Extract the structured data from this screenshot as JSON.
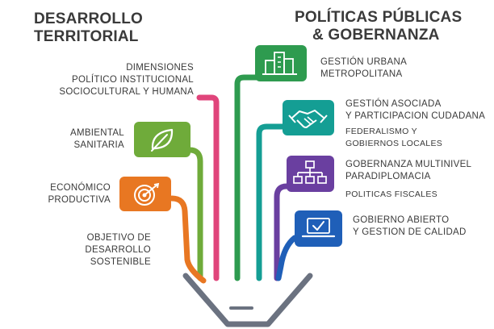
{
  "left_title": [
    "DESARROLLO",
    "TERRITORIAL"
  ],
  "right_title": [
    "POLÍTICAS PÚBLICAS",
    "& GOBERNANZA"
  ],
  "left_items": [
    {
      "lines": [
        "DIMENSIONES",
        "POLÍTICO INSTITUCIONAL",
        "SOCIOCULTURAL Y HUMANA"
      ],
      "color": "#e0457b",
      "icon": null
    },
    {
      "lines": [
        "AMBIENTAL",
        "SANITARIA"
      ],
      "color": "#6fab3a",
      "icon": "leaf-icon"
    },
    {
      "lines": [
        "ECONÓMICO",
        "PRODUCTIVA"
      ],
      "color": "#e87722",
      "icon": "target-icon"
    },
    {
      "lines": [
        "OBJETIVO DE",
        "DESARROLLO",
        "SOSTENIBLE"
      ],
      "color": "#e87722",
      "icon": null
    }
  ],
  "right_items": [
    {
      "lines": [
        "GESTIÓN URBANA",
        "METROPOLITANA"
      ],
      "sub": [],
      "color": "#2e9b4f",
      "icon": "buildings-icon"
    },
    {
      "lines": [
        "GESTIÓN ASOCIADA",
        "Y PARTICIPACION CUDADANA"
      ],
      "sub": [
        "FEDERALISMO Y",
        "GOBIERNOS LOCALES"
      ],
      "color": "#149e94",
      "icon": "handshake-icon"
    },
    {
      "lines": [
        "GOBERNANZA MULTINIVEL",
        "PARADIPLOMACIA"
      ],
      "sub": [
        "POLITICAS FISCALES"
      ],
      "color": "#6a3fa0",
      "icon": "org-chart-icon"
    },
    {
      "lines": [
        "GOBIERNO ABIERTO",
        "Y GESTION DE CALIDAD"
      ],
      "sub": [],
      "color": "#1f5fb8",
      "icon": "laptop-check-icon"
    }
  ],
  "funnel_color": "#6b7280"
}
